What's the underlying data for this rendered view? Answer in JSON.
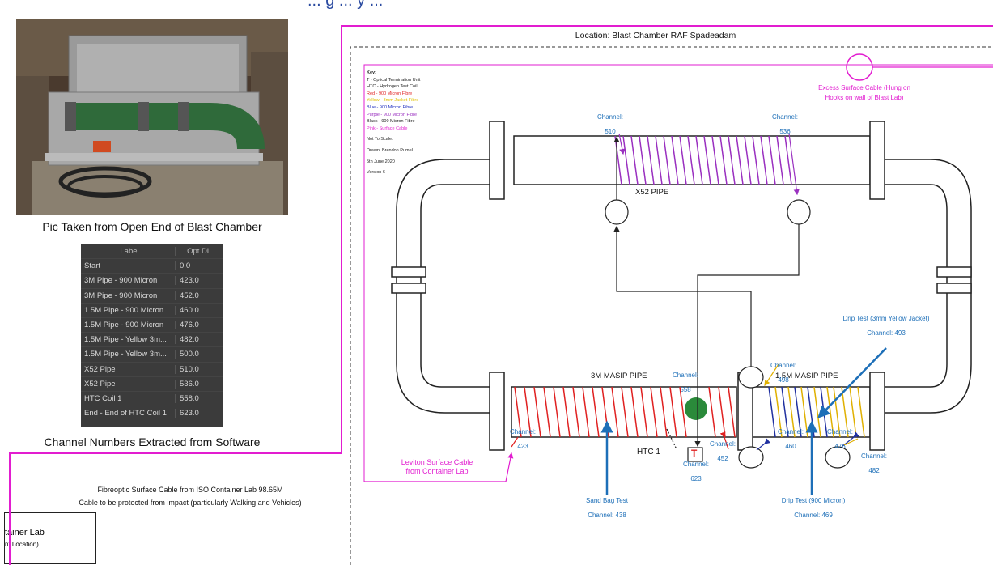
{
  "title_fragment": "... g ... y ...",
  "photo": {
    "caption": "Pic Taken from Open End of Blast Chamber"
  },
  "table": {
    "headers": [
      "Label",
      "Opt Di..."
    ],
    "rows": [
      [
        "Start",
        "0.0"
      ],
      [
        "3M Pipe  - 900 Micron",
        "423.0"
      ],
      [
        "3M Pipe  - 900 Micron",
        "452.0"
      ],
      [
        "1.5M Pipe - 900 Micron",
        "460.0"
      ],
      [
        "1.5M Pipe - 900 Micron",
        "476.0"
      ],
      [
        "1.5M Pipe - Yellow 3m...",
        "482.0"
      ],
      [
        "1.5M Pipe - Yellow 3m...",
        "500.0"
      ],
      [
        "X52 Pipe",
        "510.0"
      ],
      [
        "X52 Pipe",
        "536.0"
      ],
      [
        "HTC Coil 1",
        "558.0"
      ],
      [
        "End - End of HTC Coil 1",
        "623.0"
      ]
    ],
    "caption": "Channel Numbers Extracted from Software"
  },
  "surface_cable": {
    "line1": "Fibreoptic Surface Cable from ISO Container Lab 98.65M",
    "line2": "Cable to be protected from impact (particularly Walking and Vehicles)"
  },
  "container_box": {
    "line1": "tainer Lab",
    "line2": "nt Location)"
  },
  "location": "Location: Blast Chamber RAF Spadeadam",
  "key": {
    "title": "Key:",
    "lines": [
      {
        "text": "T - Optical Termination Unit",
        "color": "#222222"
      },
      {
        "text": "HTC - Hydrogen Test Coil",
        "color": "#222222"
      },
      {
        "text": "Red - 900 Micron Fibre",
        "color": "#e02020"
      },
      {
        "text": "Yellow - 3mm Jacket Fibre",
        "color": "#e0c000"
      },
      {
        "text": "Blue - 900 Micron Fibre",
        "color": "#2030c0"
      },
      {
        "text": "Purple - 900 Micron Fibre",
        "color": "#9a30c0"
      },
      {
        "text": "Black - 900 Micron Fibre",
        "color": "#222222"
      },
      {
        "text": "Pink - Surface Cable",
        "color": "#e21dd0"
      }
    ],
    "scale": "Not To Scale.",
    "drawn": "Drawn: Brendon Pumel",
    "date": "5th June 2020",
    "version": "Version 6"
  },
  "excess_cable": {
    "line1": "Excess Surface Cable (Hung on",
    "line2": "Hooks on wall of Blast Lab)"
  },
  "pipes": {
    "x52": "X52  PIPE",
    "masip3": "3M MASIP PIPE",
    "masip15": "1.5M MASIP PIPE"
  },
  "channel_word": "Channel:",
  "channels": {
    "c510": "510",
    "c536": "536",
    "c558": "558",
    "c498": "498",
    "c423": "423",
    "c452": "452",
    "c460": "460",
    "c476": "476",
    "c482": "482",
    "c623": "623"
  },
  "htc_label": "HTC 1",
  "termination_symbol": "T",
  "leviton": {
    "line1": "Leviton Surface Cable",
    "line2": "from Container Lab"
  },
  "sand_bag": {
    "line1": "Sand Bag Test",
    "line2": "Channel: 438"
  },
  "drip_yellow": {
    "line1": "Drip Test (3mm Yellow Jacket)",
    "line2": "Channel: 493"
  },
  "drip_900": {
    "line1": "Drip Test (900 Micron)",
    "line2": "Channel: 469"
  },
  "colors": {
    "magenta": "#e21dd0",
    "red": "#e02020",
    "purple": "#9a30c0",
    "yellow": "#e0b000",
    "blue": "#1d6fb8",
    "green": "#2a8a3a"
  }
}
